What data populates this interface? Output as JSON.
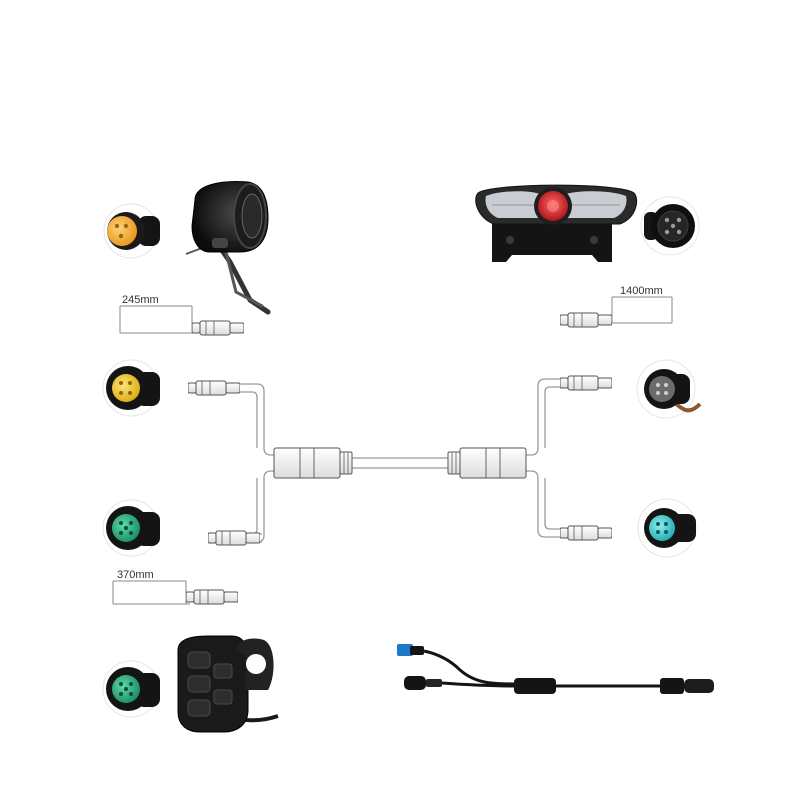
{
  "diagram": {
    "labels": {
      "headlight_cable_length": "245mm",
      "taillight_cable_length": "1400mm",
      "switch_cable_length": "370mm"
    },
    "colors": {
      "connector_orange": "#f4a52a",
      "connector_yellow": "#f3c31b",
      "connector_green": "#1fa87a",
      "connector_cyan": "#2fc6c9",
      "connector_black": "#141414",
      "tail_red": "#d3161d",
      "wire": "#9a9a9a",
      "plug_body": "#ffffff"
    },
    "icons": [
      "orange-connector-icon",
      "headlight-icon",
      "taillight-icon",
      "black-connector-icon",
      "yellow-connector-icon",
      "gray-connector-icon",
      "green-connector-icon",
      "cyan-connector-icon",
      "light-switch-icon",
      "splitter-cable-icon"
    ]
  }
}
